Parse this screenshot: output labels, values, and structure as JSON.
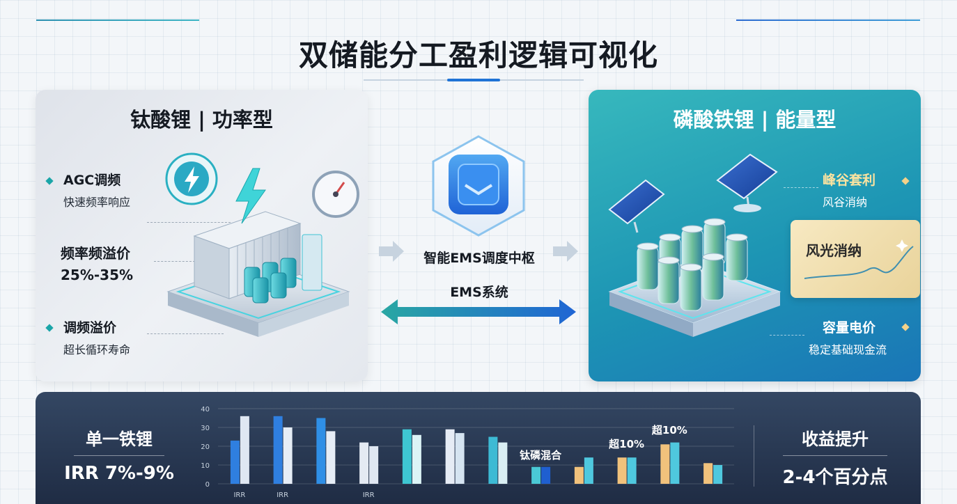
{
  "title": "双储能分工盈利逻辑可视化",
  "left_panel": {
    "title": "钛酸锂 | 功率型",
    "features": [
      {
        "heading": "AGC调频",
        "sub": "快速频率响应"
      },
      {
        "heading": "频率频溢价",
        "sub": "25%-35%"
      },
      {
        "heading": "调频溢价",
        "sub": "超长循环寿命"
      }
    ],
    "accent": "#1aa5a8"
  },
  "right_panel": {
    "title": "磷酸铁锂 | 能量型",
    "features": [
      {
        "heading": "峰谷套利",
        "sub": "风谷消纳"
      },
      {
        "heading": "容量电价",
        "sub": "稳定基础现金流"
      }
    ],
    "wind_card": "风光消纳",
    "accent": "#f3d28a"
  },
  "center": {
    "hub_label": "智能EMS调度中枢",
    "ems_label": "EMS系统"
  },
  "bottom": {
    "left": {
      "heading": "单一铁锂",
      "value": "IRR 7%-9%"
    },
    "right": {
      "heading": "收益提升",
      "value": "2-4个百分点"
    }
  },
  "chart_data": {
    "type": "bar",
    "ylim": [
      0,
      40
    ],
    "yticks": [
      "0",
      "10",
      "20",
      "30",
      "40"
    ],
    "grid": true,
    "groups": [
      {
        "category": "IRR",
        "values": [
          23,
          36
        ],
        "colors": [
          "#2f7fe0",
          "#dfe7f2"
        ]
      },
      {
        "category": "IRR",
        "values": [
          36,
          30
        ],
        "colors": [
          "#2f7fe0",
          "#e6edf6"
        ]
      },
      {
        "category": "",
        "values": [
          35,
          28
        ],
        "colors": [
          "#2f8fe6",
          "#e6edf6"
        ]
      },
      {
        "category": "IRR",
        "values": [
          22,
          20
        ],
        "colors": [
          "#e4eaf3",
          "#dfe7f2"
        ]
      },
      {
        "category": "",
        "values": [
          29,
          26
        ],
        "colors": [
          "#3ec6d2",
          "#dcf4f6"
        ]
      },
      {
        "category": "",
        "values": [
          29,
          27
        ],
        "colors": [
          "#e6ecf5",
          "#d5e4f1"
        ]
      },
      {
        "category": "",
        "values": [
          25,
          22
        ],
        "colors": [
          "#3dbad4",
          "#d9eef3"
        ]
      },
      {
        "category": "",
        "values": [
          9,
          9
        ],
        "colors": [
          "#4ac9d6",
          "#1f5fd0"
        ]
      },
      {
        "category": "",
        "values": [
          9,
          14
        ],
        "colors": [
          "#f1c27c",
          "#4fc8de"
        ]
      },
      {
        "category": "",
        "values": [
          14,
          14
        ],
        "colors": [
          "#f1c27c",
          "#4fc8de"
        ]
      },
      {
        "category": "",
        "values": [
          21,
          22
        ],
        "colors": [
          "#f1c27c",
          "#4fc8de"
        ]
      },
      {
        "category": "",
        "values": [
          11,
          10
        ],
        "colors": [
          "#f1c27c",
          "#4fc8de"
        ]
      }
    ],
    "annotations": [
      "钛磷混合",
      "超10%",
      "超10%"
    ]
  }
}
